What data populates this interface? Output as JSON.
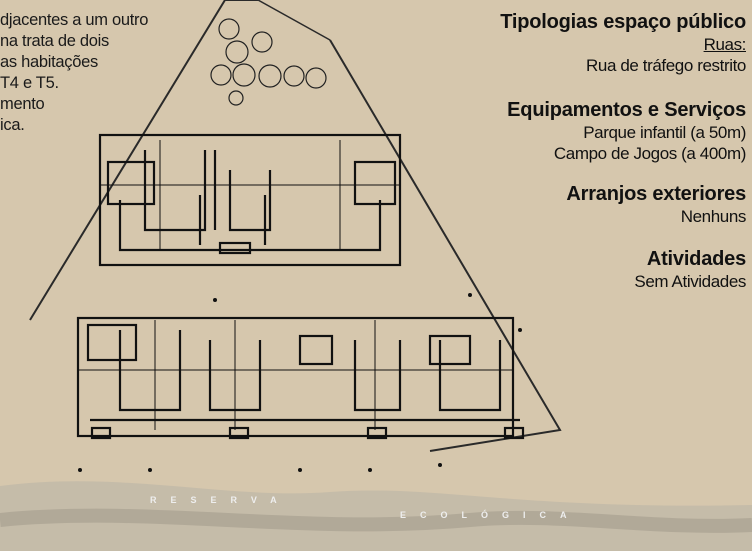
{
  "left_note": {
    "lines": [
      "djacentes a um outro",
      "na trata de dois",
      "as habitações",
      "T4  e  T5.",
      "mento",
      "ica."
    ]
  },
  "panel": {
    "heading1": "Tipologias espaço público",
    "streets_label": "Ruas:",
    "streets_value": "Rua de tráfego restrito",
    "heading2": "Equipamentos e Serviços",
    "service1": "Parque infantil (a 50m)",
    "service2": "Campo de Jogos (a 400m)",
    "heading3": "Arranjos exteriores",
    "arrangements_value": "Nenhuns",
    "heading4": "Atividades",
    "activities_value": "Sem Atividades"
  },
  "plan_labels": {
    "reserva": "RESERVA",
    "ecologica": "ECOLÓGICA"
  },
  "colors": {
    "background": "#d6c7ad",
    "ink": "#111111"
  }
}
